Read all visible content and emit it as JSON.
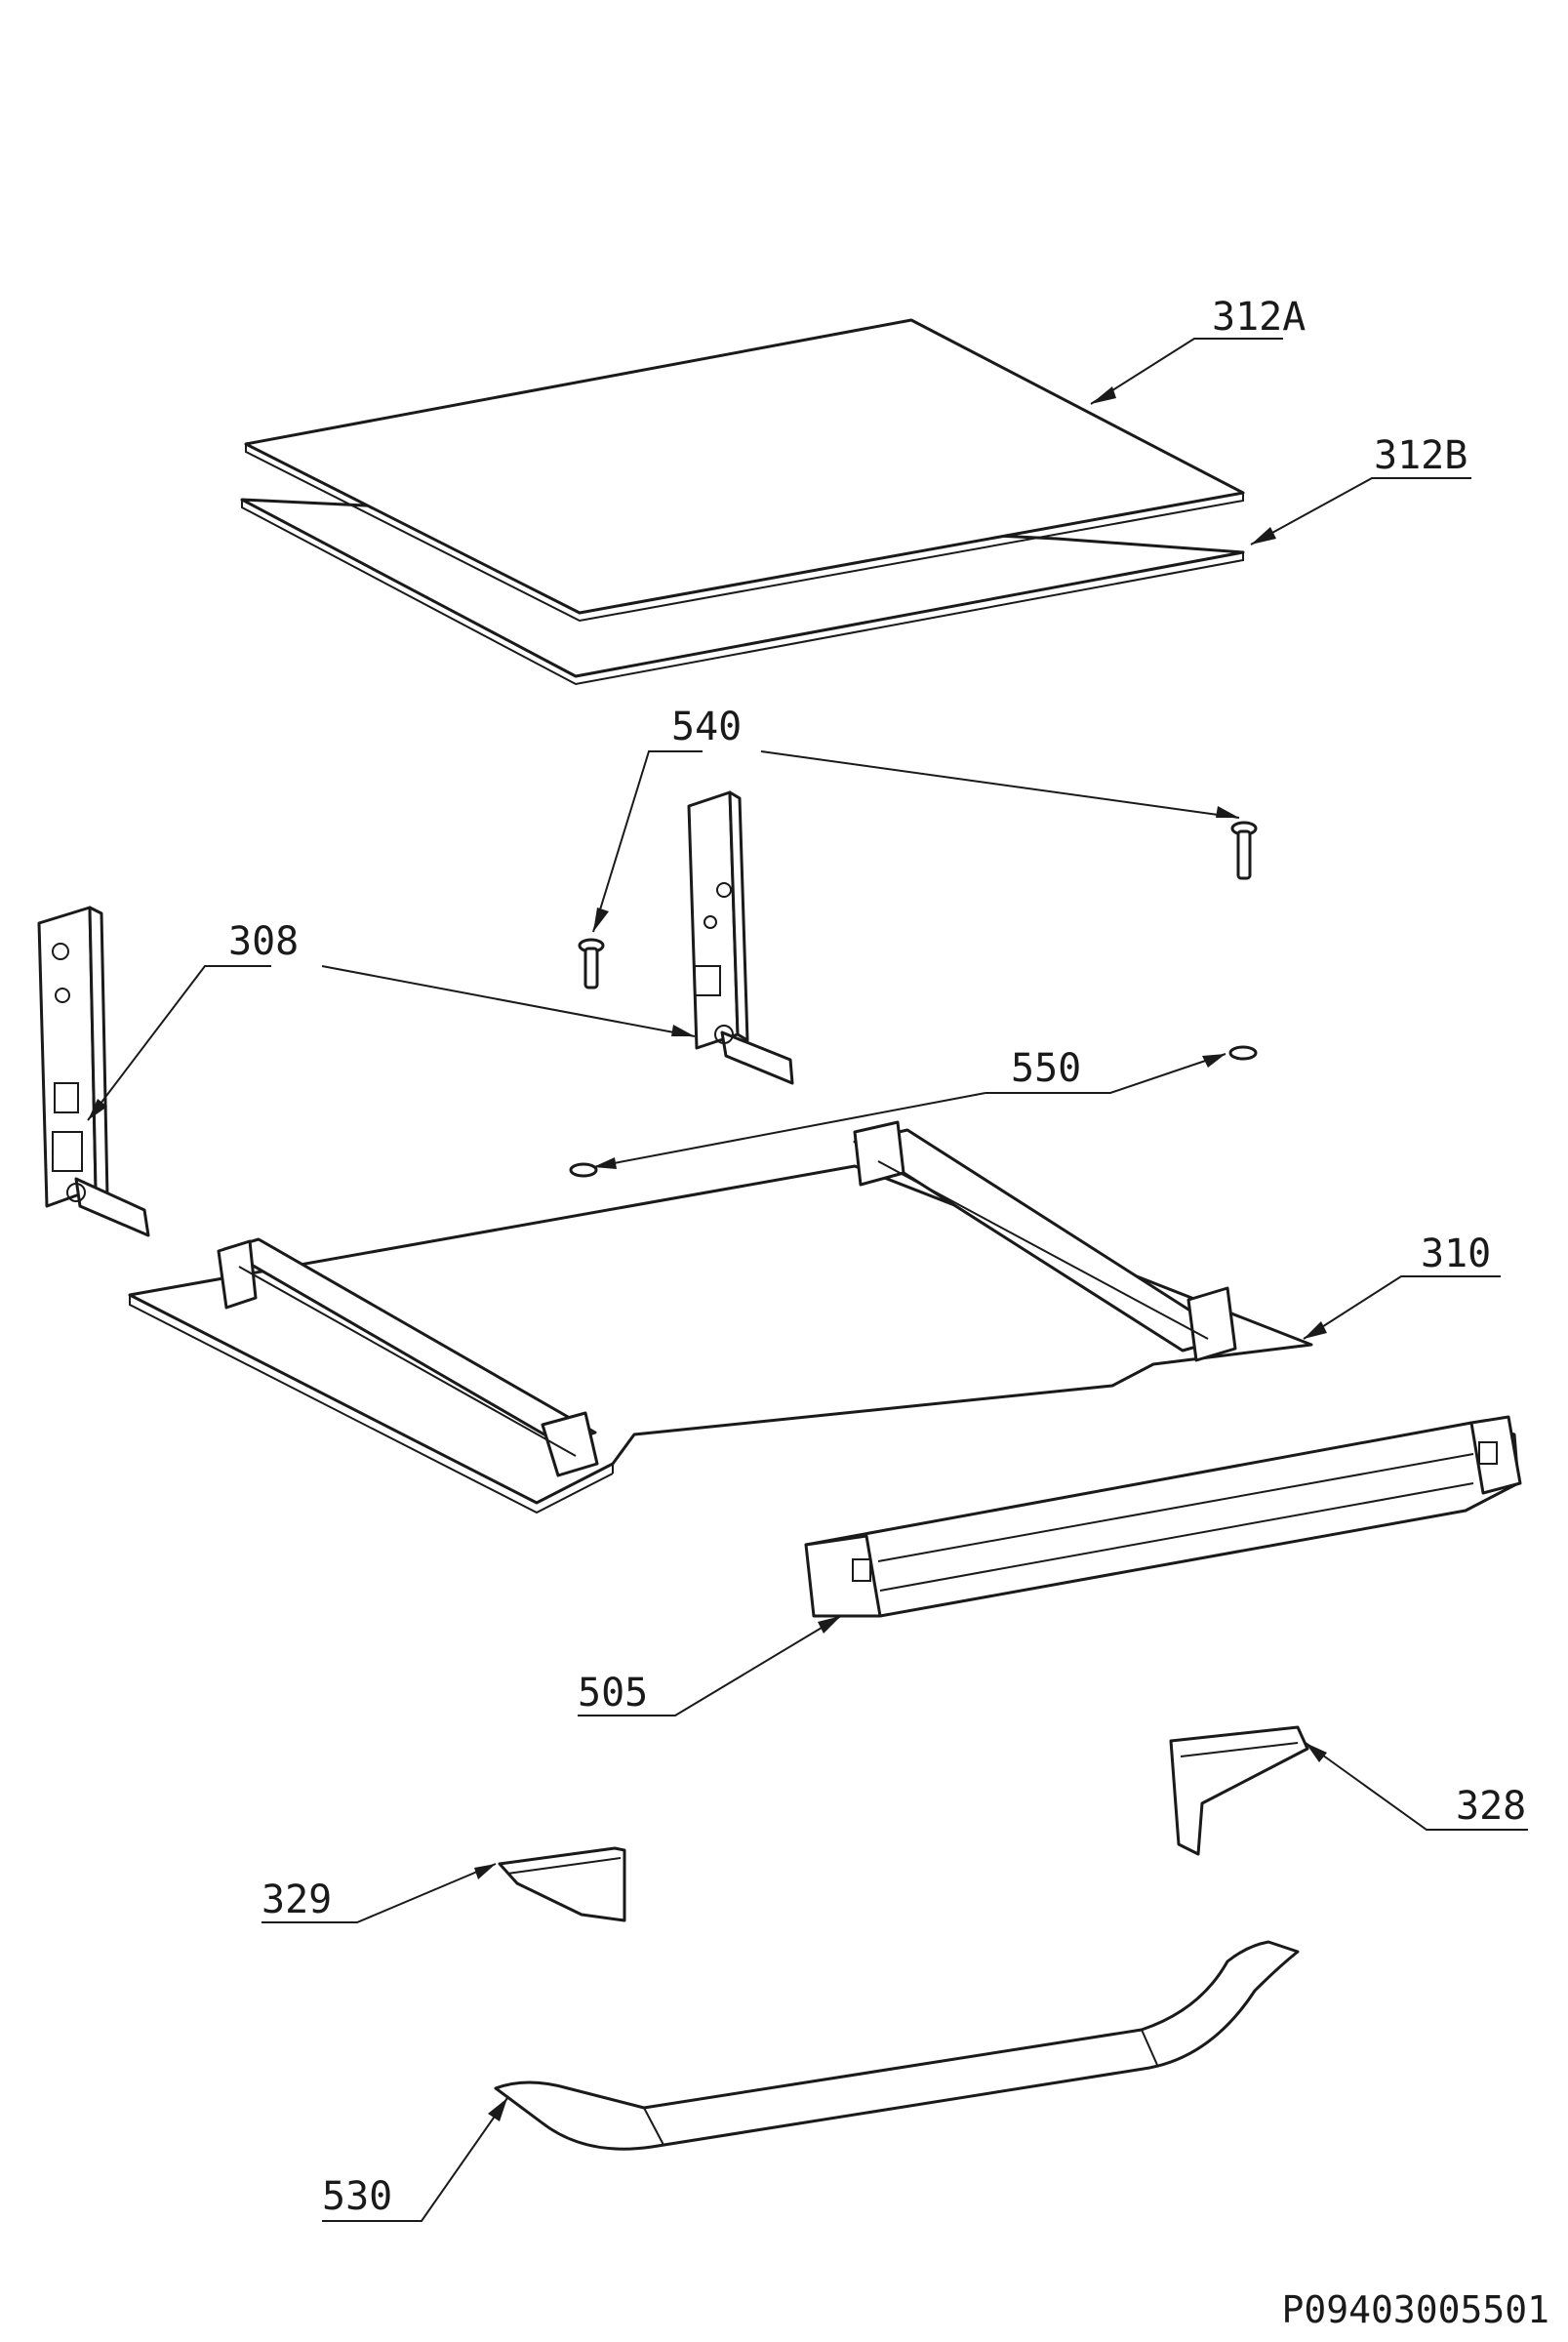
{
  "callouts": [
    {
      "id": "312A",
      "text": "312A"
    },
    {
      "id": "312B",
      "text": "312B"
    },
    {
      "id": "540",
      "text": "540"
    },
    {
      "id": "308",
      "text": "308"
    },
    {
      "id": "550",
      "text": "550"
    },
    {
      "id": "310",
      "text": "310"
    },
    {
      "id": "505",
      "text": "505"
    },
    {
      "id": "328",
      "text": "328"
    },
    {
      "id": "329",
      "text": "329"
    },
    {
      "id": "530",
      "text": "530"
    }
  ],
  "drawing_code": "P09403005501"
}
